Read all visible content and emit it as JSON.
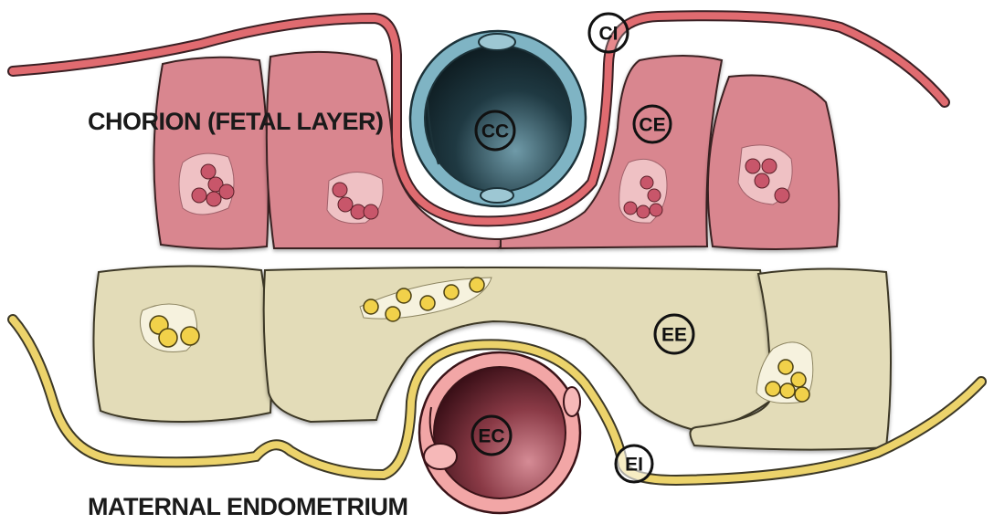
{
  "labels": {
    "chorion": "CHORION (FETAL LAYER)",
    "endometrium": "MATERNAL ENDOMETRIUM"
  },
  "markers": {
    "ci": "CI",
    "ce": "CE",
    "cc": "CC",
    "ee": "EE",
    "ec": "EC",
    "ei": "EI"
  },
  "colors": {
    "chorion_cell": "#d9868f",
    "chorion_membrane": "#e06b70",
    "fetal_capillary_wall": "#7fb4c4",
    "endometrium_cell": "#e3dcb8",
    "endometrium_membrane": "#ecd36b",
    "nucleus_yellow": "#f1d14a",
    "maternal_capillary_wall": "#f2a6a6"
  }
}
